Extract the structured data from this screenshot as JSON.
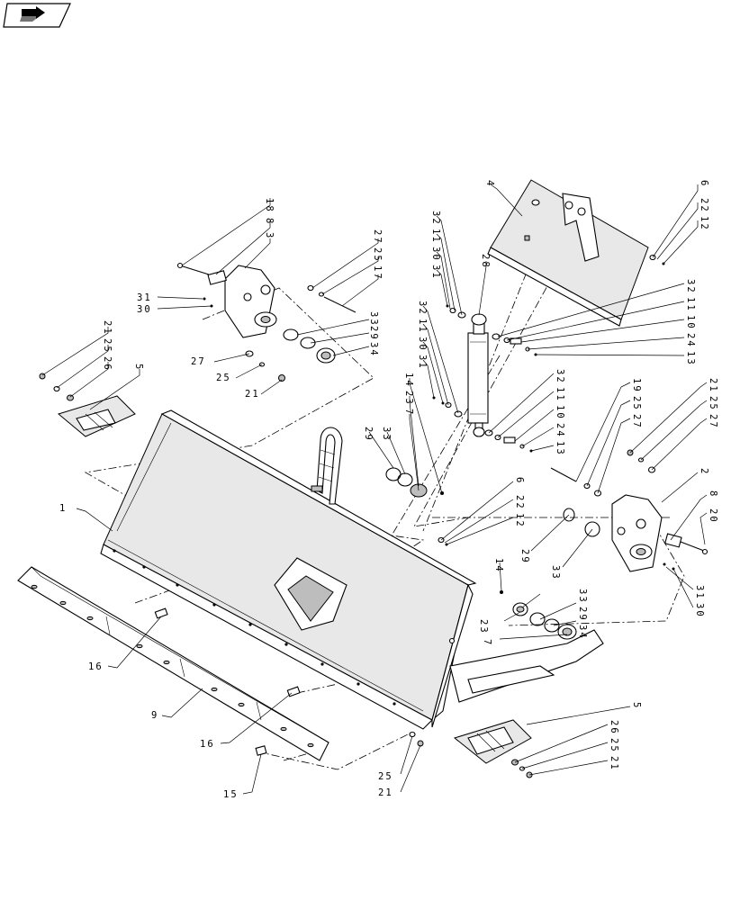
{
  "navigation": {
    "icon": "forward-arrow-icon"
  },
  "callouts": {
    "c1": "1",
    "c2": "2",
    "c3": "3",
    "c4": "4",
    "c5a": "5",
    "c5b": "5",
    "c6a": "6",
    "c6b": "6",
    "c7a": "7",
    "c7b": "7",
    "c8a": "8",
    "c8b": "8",
    "c9": "9",
    "c10a": "10",
    "c10b": "10",
    "c11a": "11",
    "c11b": "11",
    "c11c": "11",
    "c11d": "11",
    "c12a": "12",
    "c12b": "12",
    "c13a": "13",
    "c13b": "13",
    "c14a": "14",
    "c14b": "14",
    "c15": "15",
    "c16a": "16",
    "c16b": "16",
    "c17": "17",
    "c18": "18",
    "c19": "19",
    "c20": "20",
    "c21a": "21",
    "c21b": "21",
    "c21c": "21",
    "c21d": "21",
    "c21e": "21",
    "c22a": "22",
    "c22b": "22",
    "c23a": "23",
    "c23b": "23",
    "c24a": "24",
    "c24b": "24",
    "c25a": "25",
    "c25b": "25",
    "c25c": "25",
    "c25d": "25",
    "c25e": "25",
    "c25f": "25",
    "c26a": "26",
    "c26b": "26",
    "c27a": "27",
    "c27b": "27",
    "c27c": "27",
    "c27d": "27",
    "c29a": "29",
    "c29b": "29",
    "c29c": "29",
    "c29d": "29",
    "c28": "28",
    "c30a": "30",
    "c30b": "30",
    "c30c": "30",
    "c30d": "30",
    "c31a": "31",
    "c31b": "31",
    "c31c": "31",
    "c31d": "31",
    "c32a": "32",
    "c32b": "32",
    "c32c": "32",
    "c32d": "32",
    "c33a": "33",
    "c33b": "33",
    "c33c": "33",
    "c33d": "33",
    "c34a": "34",
    "c34b": "34"
  }
}
